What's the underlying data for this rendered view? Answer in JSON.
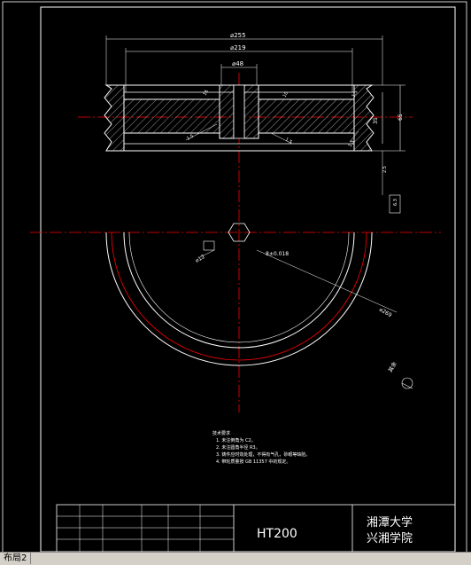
{
  "window": {
    "layout_tab": "布局2"
  },
  "dimensions": {
    "d255": "⌀255",
    "d219": "⌀219",
    "d48": "⌀48",
    "r1": "1.5",
    "r2": "1.5",
    "r3": "1.5",
    "r4": "1.5",
    "h65": "65",
    "h35": "35",
    "t16": "16",
    "t10": "10",
    "gap25": "2.5",
    "d12": "⌀12",
    "s_rad": "8±0.018",
    "d269": "⌀269",
    "roughness": "6.3",
    "remain": "其余"
  },
  "notes": {
    "title": "技术要求",
    "items": [
      "1. 未注倒角为 C2。",
      "2. 未注圆角半径 R3。",
      "3. 铸件应时效处理，不得有气孔，砂眼等缺陷。",
      "4. 带轮质量按 GB 11357 中的规定。"
    ]
  },
  "title_block": {
    "material": "HT200",
    "school_line1": "湘潭大学",
    "school_line2": "兴湘学院"
  },
  "colors": {
    "background": "#000000",
    "outline": "#ffffff",
    "centerline": "#ff0000",
    "hidden_red": "#ff0000"
  }
}
